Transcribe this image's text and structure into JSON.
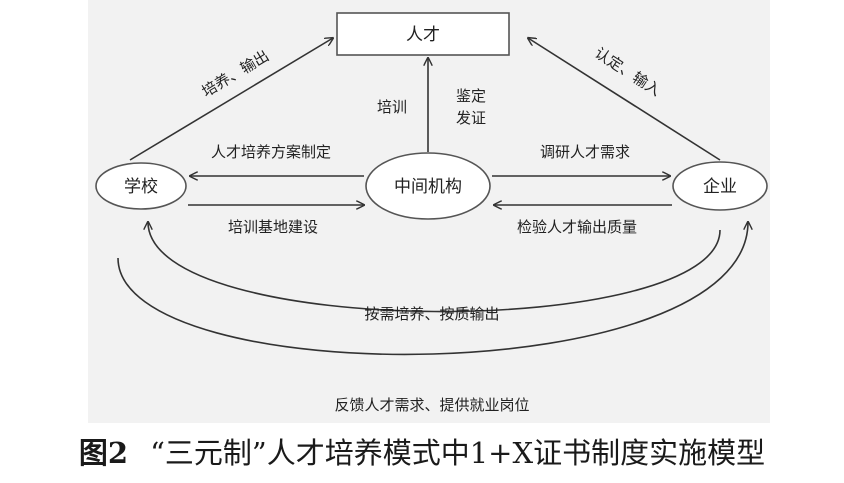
{
  "nodes": {
    "talent": "人才",
    "school": "学校",
    "intermediary": "中间机构",
    "enterprise": "企业"
  },
  "edges": {
    "school_to_talent": "培养、输出",
    "enterprise_to_talent": "认定、输入",
    "training": "培训",
    "appraisal_line1": "鉴定",
    "appraisal_line2": "发证",
    "plan": "人才培养方案制定",
    "base": "培训基地建设",
    "research": "调研人才需求",
    "inspect": "检验人才输出质量",
    "on_demand": "按需培养、按质输出",
    "feedback": "反馈人才需求、提供就业岗位"
  },
  "caption": {
    "figure_number": "图2",
    "title": "“三元制”人才培养模式中1+X证书制度实施模型"
  }
}
